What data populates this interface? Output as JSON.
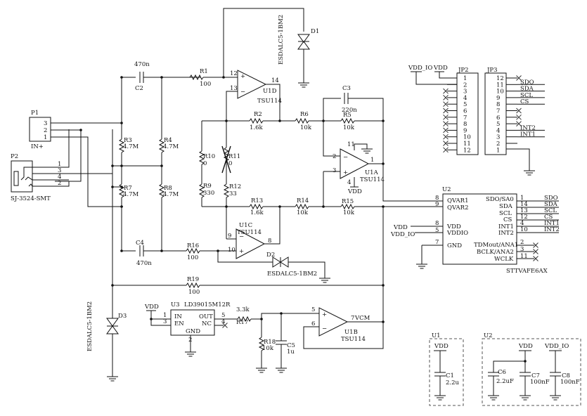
{
  "connectors": {
    "p1": {
      "ref": "P1",
      "pins": [
        "3",
        "2",
        "1"
      ],
      "note": "IN+"
    },
    "p2": {
      "ref": "P2",
      "pins": [
        "1",
        "3",
        "4",
        "2"
      ],
      "part": "SJ-3524-SMT"
    },
    "jp2": {
      "ref": "JP2",
      "pins": [
        "1",
        "2",
        "3",
        "4",
        "5",
        "6",
        "7",
        "8",
        "9",
        "10",
        "11",
        "12"
      ],
      "top_labels": [
        "VDD_IO",
        "VDD"
      ]
    },
    "jp3": {
      "ref": "JP3",
      "pins": [
        "12",
        "11",
        "10",
        "9",
        "8",
        "7",
        "6",
        "5",
        "4",
        "3",
        "2",
        "1"
      ],
      "signals": [
        "",
        "SDO",
        "SDA",
        "SCL",
        "CS",
        "",
        "",
        "",
        "INT2",
        "INT1",
        "",
        ""
      ]
    }
  },
  "capacitors": {
    "c2": {
      "ref": "C2",
      "value": "470n"
    },
    "c4": {
      "ref": "C4",
      "value": "470n"
    },
    "c3": {
      "ref": "C3",
      "value": "220n"
    },
    "c5": {
      "ref": "C5",
      "value": "1u"
    },
    "c1": {
      "ref": "C1",
      "value": "2.2u"
    },
    "c6": {
      "ref": "C6",
      "value": "2.2uF"
    },
    "c7": {
      "ref": "C7",
      "value": "100nF"
    },
    "c8": {
      "ref": "C8",
      "value": "100nF"
    }
  },
  "resistors": {
    "r1": {
      "ref": "R1",
      "value": "100"
    },
    "r2": {
      "ref": "R2",
      "value": "1.6k"
    },
    "r3": {
      "ref": "R3",
      "value": "4.7M"
    },
    "r4": {
      "ref": "R4",
      "value": "4.7M"
    },
    "r5": {
      "ref": "R5",
      "value": "10k"
    },
    "r6": {
      "ref": "R6",
      "value": "10k"
    },
    "r7": {
      "ref": "R7",
      "value": "4.7M"
    },
    "r8": {
      "ref": "R8",
      "value": "4.7M"
    },
    "r9": {
      "ref": "R9",
      "value": "330"
    },
    "r10": {
      "ref": "R10",
      "value": "0"
    },
    "r11": {
      "ref": "R11",
      "value": "0"
    },
    "r12": {
      "ref": "R12",
      "value": "33"
    },
    "r13": {
      "ref": "R13",
      "value": "1.6k"
    },
    "r14": {
      "ref": "R14",
      "value": "10k"
    },
    "r15": {
      "ref": "R15",
      "value": "10k"
    },
    "r16": {
      "ref": "R16",
      "value": "100"
    },
    "r17": {
      "ref": "R17",
      "value": "3.3k"
    },
    "r18": {
      "ref": "R18",
      "value": "10k"
    },
    "r19": {
      "ref": "R19",
      "value": "100"
    }
  },
  "diodes": {
    "d1": {
      "ref": "D1",
      "part": "ESDALC5-1BM2"
    },
    "d2": {
      "ref": "D2",
      "part": "ESDALC5-1BM2"
    },
    "d3": {
      "ref": "D3",
      "part": "ESDALC5-1BM2"
    }
  },
  "opamps": {
    "u1d": {
      "ref": "U1D",
      "part": "TSU114",
      "pins": [
        "12",
        "13",
        "14"
      ]
    },
    "u1c": {
      "ref": "U1C",
      "part": "TSU114",
      "pins": [
        "9",
        "10",
        "8"
      ]
    },
    "u1a": {
      "ref": "U1A",
      "part": "TSU114",
      "pins": [
        "2",
        "3",
        "1",
        "11",
        "4"
      ],
      "supply": "VDD"
    },
    "u1b": {
      "ref": "U1B",
      "part": "TSU114",
      "pins": [
        "5",
        "6",
        "7"
      ],
      "output": "VCM"
    }
  },
  "regulator": {
    "ref": "U3",
    "part": "LD39015M12R",
    "supply": "VDD",
    "pins_left": [
      "1",
      "3"
    ],
    "labels_left": [
      "IN",
      "EN"
    ],
    "pins_right": [
      "5",
      "4"
    ],
    "labels_right": [
      "OUT",
      "NC"
    ],
    "pin_bottom": "2",
    "label_bottom": "GND"
  },
  "sensor": {
    "ref": "U2",
    "part": "STTVAFE6AX",
    "left_pins": [
      "8",
      "9",
      "8",
      "5",
      "7"
    ],
    "left_labels": [
      "QVAR1",
      "QVAR2",
      "VDD",
      "VDDIO",
      "GND"
    ],
    "left_nets": [
      "VDD",
      "VDD_IO"
    ],
    "right_pins": [
      "1",
      "14",
      "13",
      "12",
      "4",
      "10",
      "2",
      "3",
      "11"
    ],
    "right_labels": [
      "SDO/SA0",
      "SDA",
      "SCL",
      "CS",
      "INT1",
      "INT2",
      "TDMout/ANA1",
      "BCLK/ANA2",
      "WCLK"
    ],
    "right_nets": [
      "SDO",
      "SDA",
      "SCL",
      "CS",
      "INT1",
      "INT2"
    ]
  },
  "decoupling": {
    "u1_box": {
      "title": "U1",
      "net": "VDD"
    },
    "u2_box": {
      "title": "U2",
      "nets": [
        "VDD",
        "VDD_IO"
      ]
    }
  }
}
